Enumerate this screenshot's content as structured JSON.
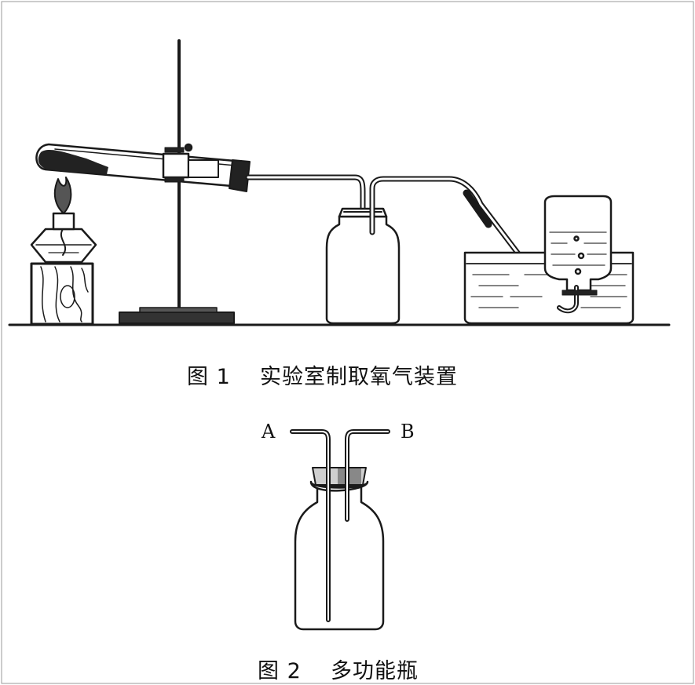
{
  "figure1": {
    "number": "图 1",
    "caption": "实验室制取氧气装置"
  },
  "figure2": {
    "number": "图 2",
    "caption": "多功能瓶",
    "tube_label_left": "A",
    "tube_label_right": "B"
  },
  "colors": {
    "line": "#1a1a1a",
    "water": "#3a3a3a",
    "background": "#ffffff"
  }
}
